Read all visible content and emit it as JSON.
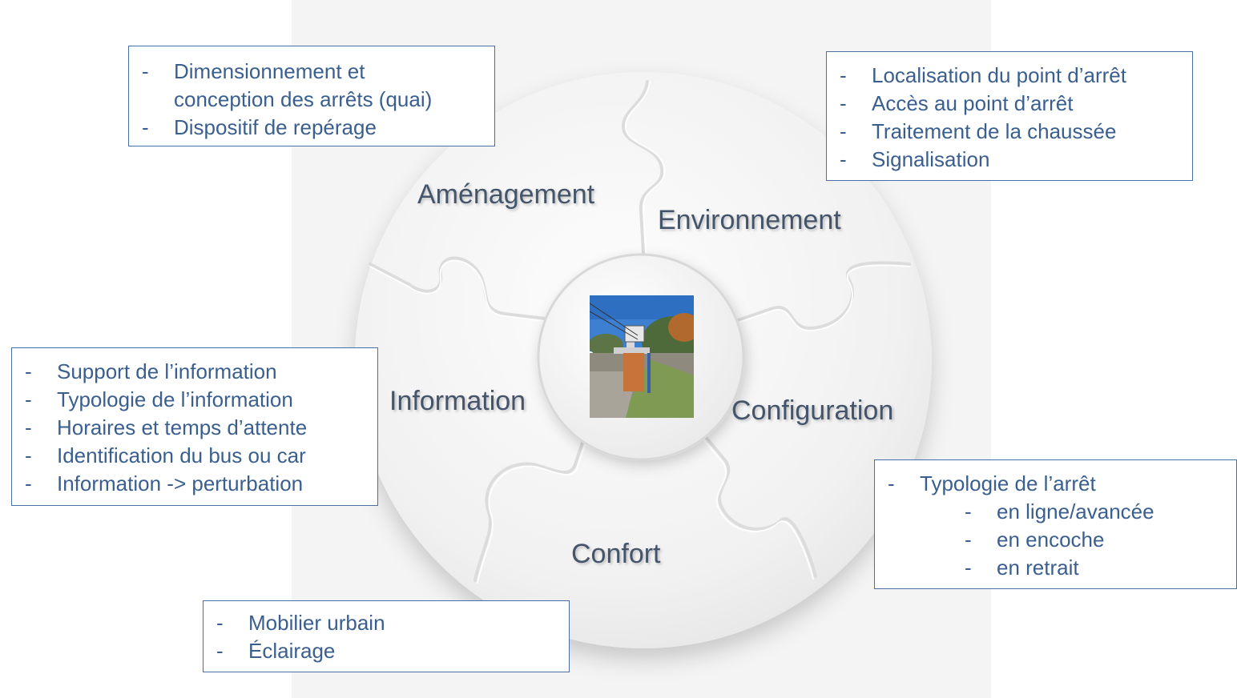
{
  "segments": {
    "amenagement": "Aménagement",
    "environnement": "Environnement",
    "configuration": "Configuration",
    "confort": "Confort",
    "information": "Information"
  },
  "boxes": {
    "amenagement": {
      "items": [
        "Dimensionnement et",
        "conception des arrêts (quai)",
        "Dispositif de repérage"
      ]
    },
    "environnement": {
      "items": [
        "Localisation du point d’arrêt",
        "Accès au point d’arrêt",
        "Traitement de la chaussée",
        "Signalisation"
      ]
    },
    "information": {
      "items": [
        "Support de l’information",
        "Typologie de l’information",
        "Horaires et temps d’attente",
        "Identification du bus ou car",
        "Information -> perturbation"
      ]
    },
    "configuration": {
      "title": "Typologie de l’arrêt",
      "sub_items": [
        "en ligne/avancée",
        "en encoche",
        "en retrait"
      ]
    },
    "confort": {
      "items": [
        "Mobilier urbain",
        "Éclairage"
      ]
    }
  },
  "center_image": "bus-stop-photo",
  "colors": {
    "label_text": "#44546a",
    "box_border": "#4a6fa5",
    "box_text": "#3a5f8f",
    "wheel": "#f2f2f2"
  }
}
